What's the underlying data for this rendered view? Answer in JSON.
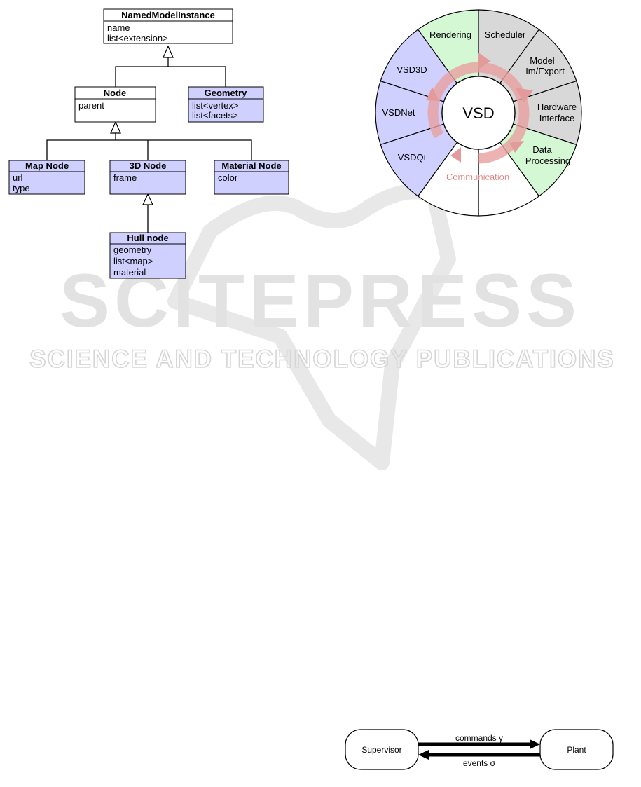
{
  "uml": {
    "classes": [
      {
        "id": "namedmodelinstance",
        "title": "NamedModelInstance",
        "attrs": [
          "name",
          "list<extension>"
        ],
        "fill": "#ffffff"
      },
      {
        "id": "node",
        "title": "Node",
        "attrs": [
          "parent"
        ],
        "fill": "#ffffff"
      },
      {
        "id": "geometry",
        "title": "Geometry",
        "attrs": [
          "list<vertex>",
          "list<facets>"
        ],
        "fill": "#d0d0ff"
      },
      {
        "id": "mapnode",
        "title": "Map Node",
        "attrs": [
          "url",
          "type"
        ],
        "fill": "#d0d0ff"
      },
      {
        "id": "3dnode",
        "title": "3D Node",
        "attrs": [
          "frame"
        ],
        "fill": "#d0d0ff"
      },
      {
        "id": "materialnode",
        "title": "Material Node",
        "attrs": [
          "color"
        ],
        "fill": "#d0d0ff"
      },
      {
        "id": "hullnode",
        "title": "Hull node",
        "attrs": [
          "geometry",
          "list<map>",
          "material"
        ],
        "fill": "#d0d0ff"
      }
    ]
  },
  "wheel": {
    "center_label": "VSD",
    "ring_label": "Communication",
    "segments": [
      {
        "label": "Rendering",
        "fill": "#d4f7d4"
      },
      {
        "label": "Scheduler",
        "fill": "#d8d8d8"
      },
      {
        "label": "Model Im/Export",
        "fill": "#d8d8d8"
      },
      {
        "label": "Hardware Interface",
        "fill": "#d8d8d8"
      },
      {
        "label": "Data Processing",
        "fill": "#d4f7d4"
      },
      {
        "label": "",
        "fill": "#ffffff"
      },
      {
        "label": "",
        "fill": "#ffffff"
      },
      {
        "label": "VSDQt",
        "fill": "#d0d0ff"
      },
      {
        "label": "VSDNet",
        "fill": "#d0d0ff"
      },
      {
        "label": "VSD3D",
        "fill": "#d0d0ff"
      }
    ]
  },
  "watermark": {
    "main": "SCITEPRESS",
    "sub": "SCIENCE AND TECHNOLOGY PUBLICATIONS"
  },
  "supervisor_diagram": {
    "left": "Supervisor",
    "right": "Plant",
    "top_arrow": "commands γ",
    "bottom_arrow": "events σ"
  }
}
